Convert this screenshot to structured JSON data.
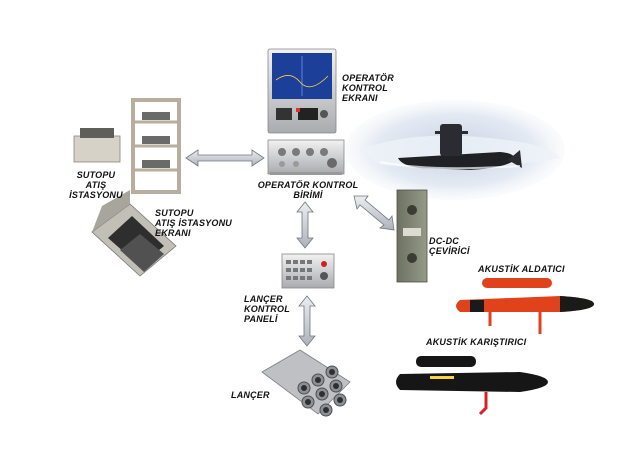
{
  "labels": {
    "operator_screen": [
      "OPERATÖR",
      "KONTROL",
      "EKRANI"
    ],
    "operator_unit": [
      "OPERATÖR KONTROL",
      "BİRİMİ"
    ],
    "sutopu_station": [
      "SUTOPU ATIŞ",
      "İSTASYONU"
    ],
    "sutopu_screen": [
      "SUTOPU",
      "ATIŞ İSTASYONU",
      "EKRANI"
    ],
    "dcdc": [
      "DC-DC",
      "ÇEVİRİCİ"
    ],
    "launcher_panel": [
      "LANÇER",
      "KONTROL",
      "PANELİ"
    ],
    "launcher": [
      "LANÇER"
    ],
    "decoy": [
      "AKUSTİK ALDATICI"
    ],
    "jammer": [
      "AKUSTİK KARIŞTIRICI"
    ]
  },
  "colors": {
    "arrow": "#c9ccd2",
    "arrow_edge": "#6f7580",
    "decoy_body": "#e0421c",
    "decoy_tip": "#1a1a1a",
    "jammer_body": "#161616",
    "sea": "#dfe6f0"
  },
  "icons": {
    "operator_screen": "monitor-icon",
    "operator_unit": "control-unit-icon",
    "sutopu_station": "rack-icon",
    "sutopu_screen": "rugged-laptop-icon",
    "dcdc": "converter-box-icon",
    "launcher_panel": "control-panel-icon",
    "launcher": "launcher-tubes-icon",
    "decoy": "acoustic-decoy-icon",
    "jammer": "acoustic-jammer-icon",
    "submarine": "submarine-icon"
  }
}
